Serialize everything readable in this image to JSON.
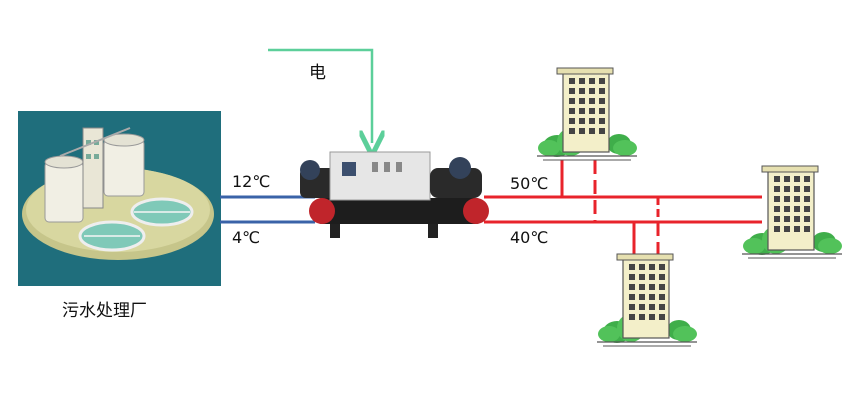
{
  "labels": {
    "electricity": "电",
    "inlet_temp": "12℃",
    "outlet_temp": "4℃",
    "supply_temp": "50℃",
    "return_temp": "40℃",
    "plant": "污水处理厂"
  },
  "colors": {
    "cold_pipe": "#3a63a8",
    "hot_supply": "#e8232b",
    "power_line": "#5ccf9a",
    "plant_bg": "#1f6e7c",
    "building": "#f3efc9",
    "tree": "#3fae4a"
  },
  "icons": {
    "plant": "sewage-treatment-plant-icon",
    "heat_pump": "heat-pump-unit-icon",
    "building": "apartment-building-icon"
  }
}
